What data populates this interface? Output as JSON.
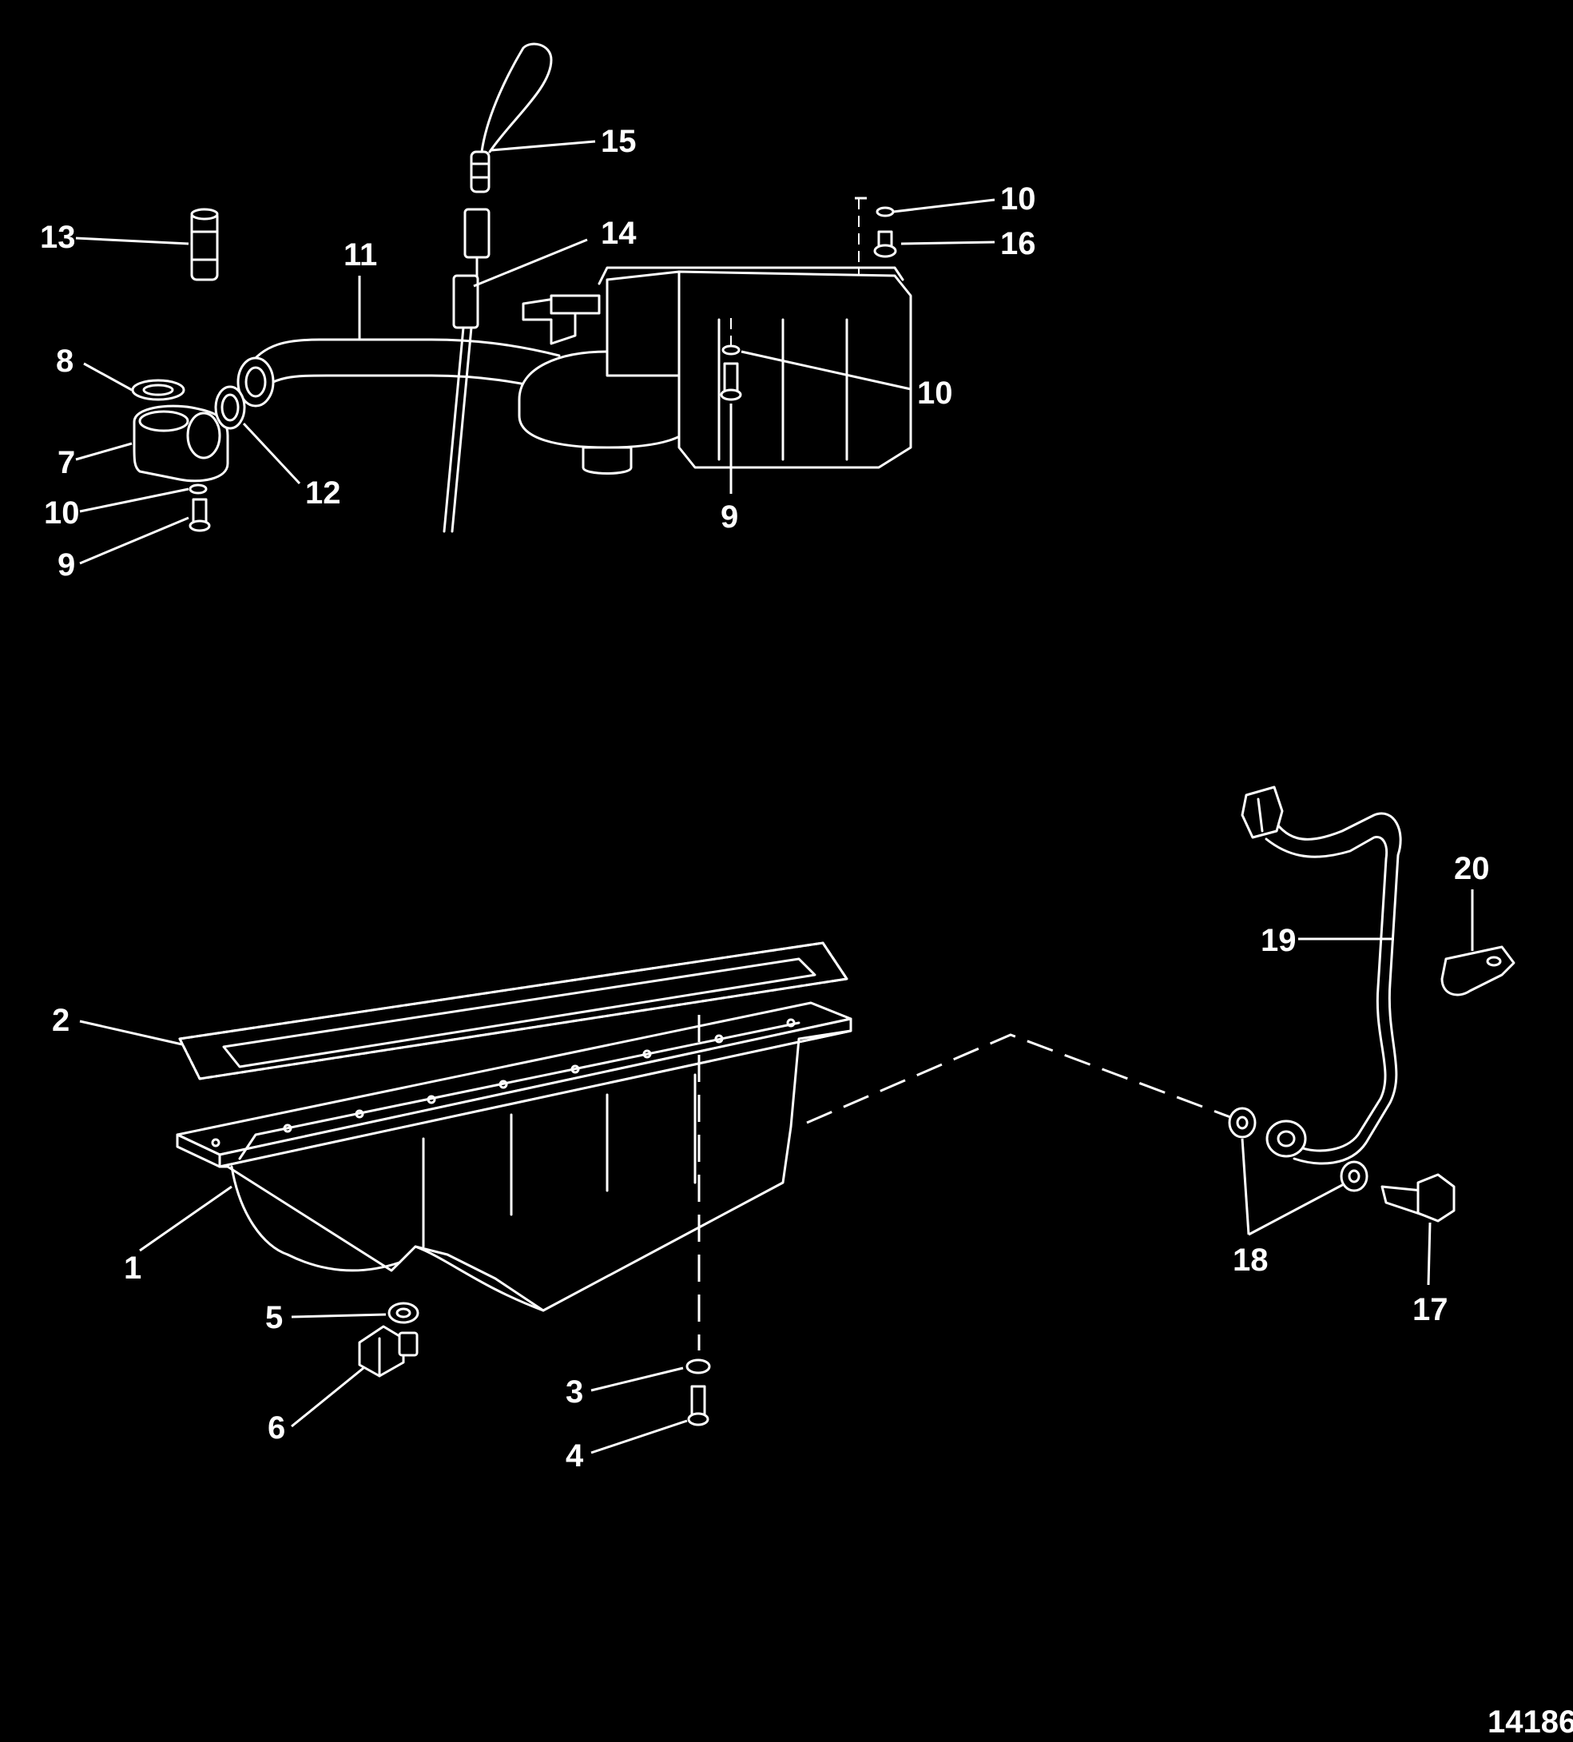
{
  "figure_number": "14186",
  "callouts": [
    {
      "id": "c1",
      "label": "1"
    },
    {
      "id": "c2",
      "label": "2"
    },
    {
      "id": "c3",
      "label": "3"
    },
    {
      "id": "c4",
      "label": "4"
    },
    {
      "id": "c5",
      "label": "5"
    },
    {
      "id": "c6",
      "label": "6"
    },
    {
      "id": "c7",
      "label": "7"
    },
    {
      "id": "c8",
      "label": "8"
    },
    {
      "id": "c9a",
      "label": "9"
    },
    {
      "id": "c9b",
      "label": "9"
    },
    {
      "id": "c10a",
      "label": "10"
    },
    {
      "id": "c10b",
      "label": "10"
    },
    {
      "id": "c10c",
      "label": "10"
    },
    {
      "id": "c11",
      "label": "11"
    },
    {
      "id": "c12",
      "label": "12"
    },
    {
      "id": "c13",
      "label": "13"
    },
    {
      "id": "c14",
      "label": "14"
    },
    {
      "id": "c15",
      "label": "15"
    },
    {
      "id": "c16",
      "label": "16"
    },
    {
      "id": "c17",
      "label": "17"
    },
    {
      "id": "c18",
      "label": "18"
    },
    {
      "id": "c19",
      "label": "19"
    },
    {
      "id": "c20",
      "label": "20"
    }
  ],
  "colors": {
    "background": "#000000",
    "linework": "#ffffff"
  }
}
